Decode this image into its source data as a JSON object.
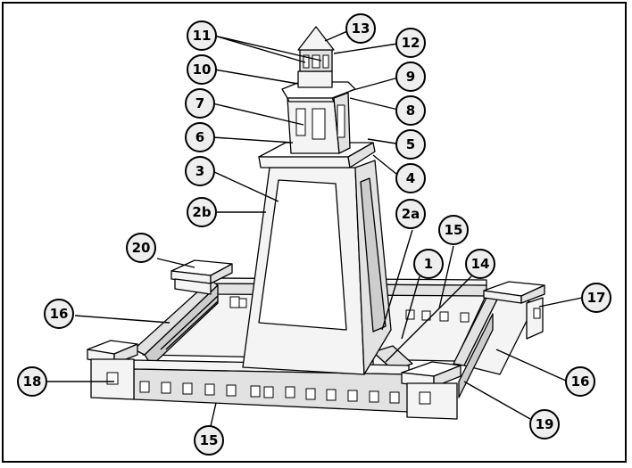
{
  "callouts": [
    {
      "id": "c11",
      "label": "11"
    },
    {
      "id": "c13",
      "label": "13"
    },
    {
      "id": "c12",
      "label": "12"
    },
    {
      "id": "c10",
      "label": "10"
    },
    {
      "id": "c9",
      "label": "9"
    },
    {
      "id": "c7",
      "label": "7"
    },
    {
      "id": "c8",
      "label": "8"
    },
    {
      "id": "c6",
      "label": "6"
    },
    {
      "id": "c5",
      "label": "5"
    },
    {
      "id": "c3",
      "label": "3"
    },
    {
      "id": "c4",
      "label": "4"
    },
    {
      "id": "c2b",
      "label": "2b"
    },
    {
      "id": "c2a",
      "label": "2a"
    },
    {
      "id": "c15t",
      "label": "15"
    },
    {
      "id": "c20",
      "label": "20"
    },
    {
      "id": "c1",
      "label": "1"
    },
    {
      "id": "c14",
      "label": "14"
    },
    {
      "id": "c17",
      "label": "17"
    },
    {
      "id": "c16l",
      "label": "16"
    },
    {
      "id": "c18",
      "label": "18"
    },
    {
      "id": "c16r",
      "label": "16"
    },
    {
      "id": "c19",
      "label": "19"
    },
    {
      "id": "c15b",
      "label": "15"
    }
  ]
}
